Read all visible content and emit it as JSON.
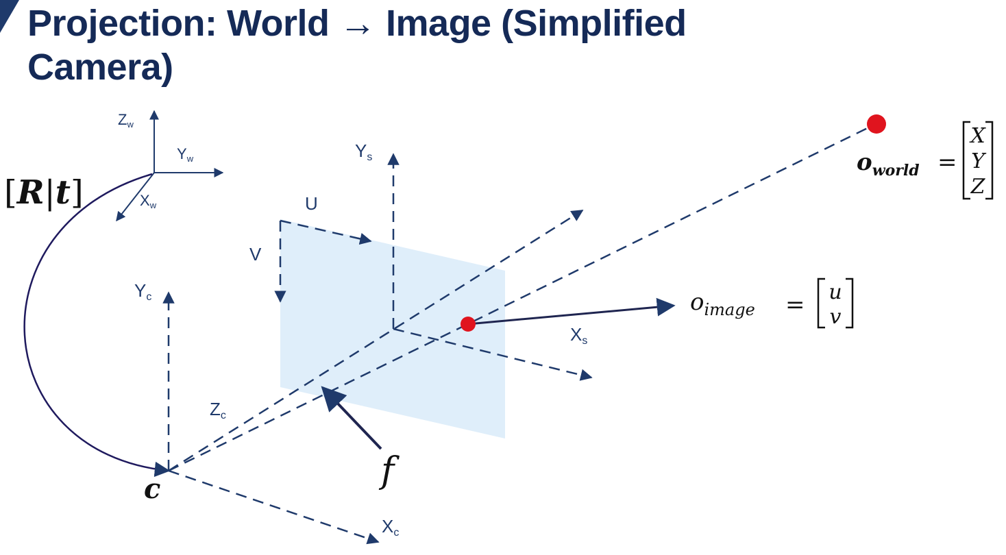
{
  "title": "Projection: World → Image (Simplified Camera)",
  "world_frame": {
    "z_label": "Z",
    "z_sub": "w",
    "y_label": "Y",
    "y_sub": "w",
    "x_label": "X",
    "x_sub": "w"
  },
  "extrinsics_label": {
    "left_bracket": "[",
    "r": "R",
    "bar": "|",
    "t": "t",
    "right_bracket": "]"
  },
  "camera_frame": {
    "y_label": "Y",
    "y_sub": "c",
    "z_label": "Z",
    "z_sub": "c",
    "x_label": "X",
    "x_sub": "c",
    "center_label": "c"
  },
  "sensor_frame": {
    "y_label": "Y",
    "y_sub": "s",
    "x_label": "X",
    "x_sub": "s"
  },
  "image_axes": {
    "u_label": "U",
    "v_label": "V"
  },
  "focal_label": "f",
  "world_point": {
    "symbol": "o",
    "sub": "world",
    "equals": "=",
    "vector": [
      "X",
      "Y",
      "Z"
    ]
  },
  "image_point": {
    "symbol": "o",
    "sub": "image",
    "equals": "=",
    "vector": [
      "u",
      "v"
    ]
  },
  "colors": {
    "navy": "#1f3a6b",
    "title": "#152a57",
    "point": "#e0141e",
    "plane": "#dcecfa"
  }
}
